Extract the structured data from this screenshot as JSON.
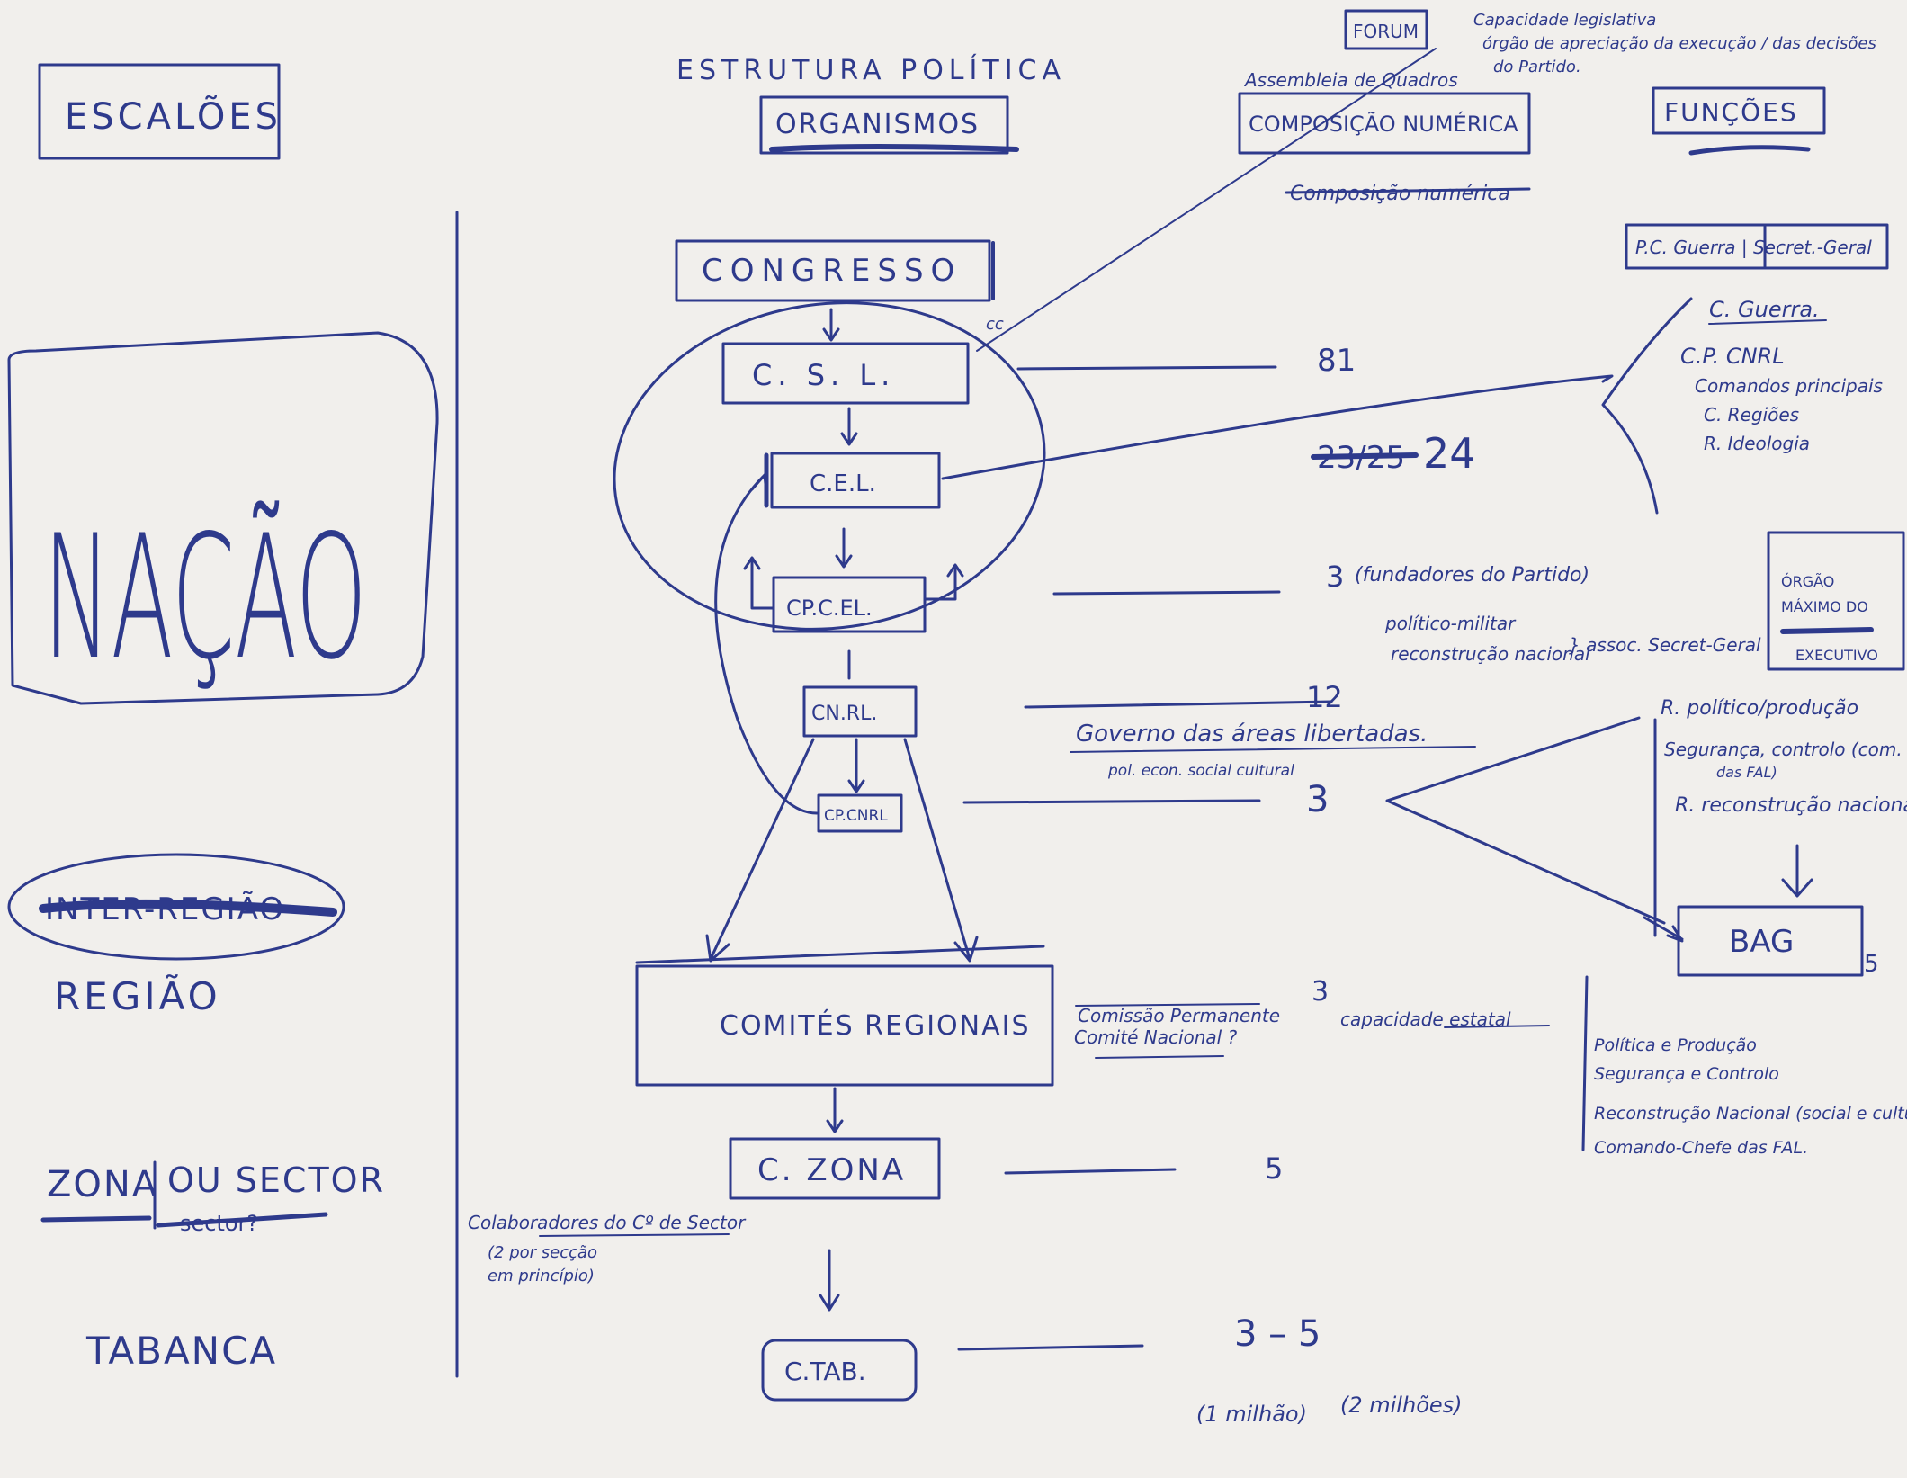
{
  "left_column": {
    "escaloes": "ESCALÕES",
    "nacao": "NAÇÃO",
    "inter_regiao": "INTER-REGIÃO",
    "regiao": "REGIÃO",
    "zona": "ZONA",
    "ou_sector": "OU SECTOR",
    "sector_q": "sector?",
    "tabanca": "TABANCA"
  },
  "header": {
    "estrutura_politica": "ESTRUTURA POLÍTICA",
    "organismos": "ORGANISMOS",
    "forum": "FORUM",
    "assembleia": "Assembleia de Quadros",
    "composicao": "COMPOSIÇÃO NUMÉRICA",
    "composicao_struck": "Composição numérica",
    "capacidade_legislativa": "Capacidade legislativa",
    "orgao_apreciacao": "órgão de apreciação da execução / das decisões",
    "do_partido": "do Partido.",
    "funcoes": "FUNÇÕES"
  },
  "organs": {
    "congresso": "CONGRESSO",
    "csl": "C. S. L.",
    "cel": "C.E.L.",
    "cpcel": "CP.C.EL.",
    "cnrl": "CN.RL.",
    "cpcnrl": "CP.CNRL",
    "comites": "COMITÉS REGIONAIS",
    "czona": "C. ZONA",
    "ctab": "C.TAB."
  },
  "numbers": {
    "csl": "81",
    "cel_struck": "23/25",
    "cel": "24",
    "cpcel": "3",
    "cnrl": "12",
    "cpcnrl": "3",
    "comites": "3",
    "zona": "5",
    "tab": "3 – 5",
    "bag": "5"
  },
  "notes": {
    "fundadores": "(fundadores do Partido)",
    "politico_militar": "político-militar",
    "reconstrucao": "reconstrução nacional",
    "sec_geral": "} assoc. Secret-Geral",
    "governo": "Governo das áreas libertadas.",
    "pol_econ": "pol. econ. social cultural",
    "comissao": "Comissão Permanente",
    "comite_nacional": "Comité Nacional ?",
    "capacidade_estatal": "capacidade estatal",
    "colaboradores": "Colaboradores do Cº de Sector",
    "por_seccao": "(2 por secção",
    "em_principio": "em princípio)",
    "milhao1": "(1 milhão)",
    "milhao2": "(2 milhões)"
  },
  "funcoes": {
    "cguerra_secgeral": "P.C. Guerra | Secret.-Geral",
    "cguerra": "C. Guerra.",
    "cpcnrl": "C.P. CNRL",
    "comandos": "Comandos principais",
    "r_defesa": "C. Regiões",
    "r_ideologia": "R. Ideologia",
    "orgao_maximo": [
      "ÓRGÃO",
      "MÁXIMO DO",
      "EXECUTIVO"
    ],
    "r_politico": "R. político/produção",
    "seguranca": "Segurança, controlo (com.",
    "das_fal": "das FAL)",
    "r_reconstrucao": "R. reconstrução nacional",
    "bag": "BAG",
    "lista": [
      "Política e Produção",
      "Segurança e Controlo",
      "Reconstrução Nacional (social e cultural)",
      "Comando-Chefe das FAL."
    ]
  }
}
